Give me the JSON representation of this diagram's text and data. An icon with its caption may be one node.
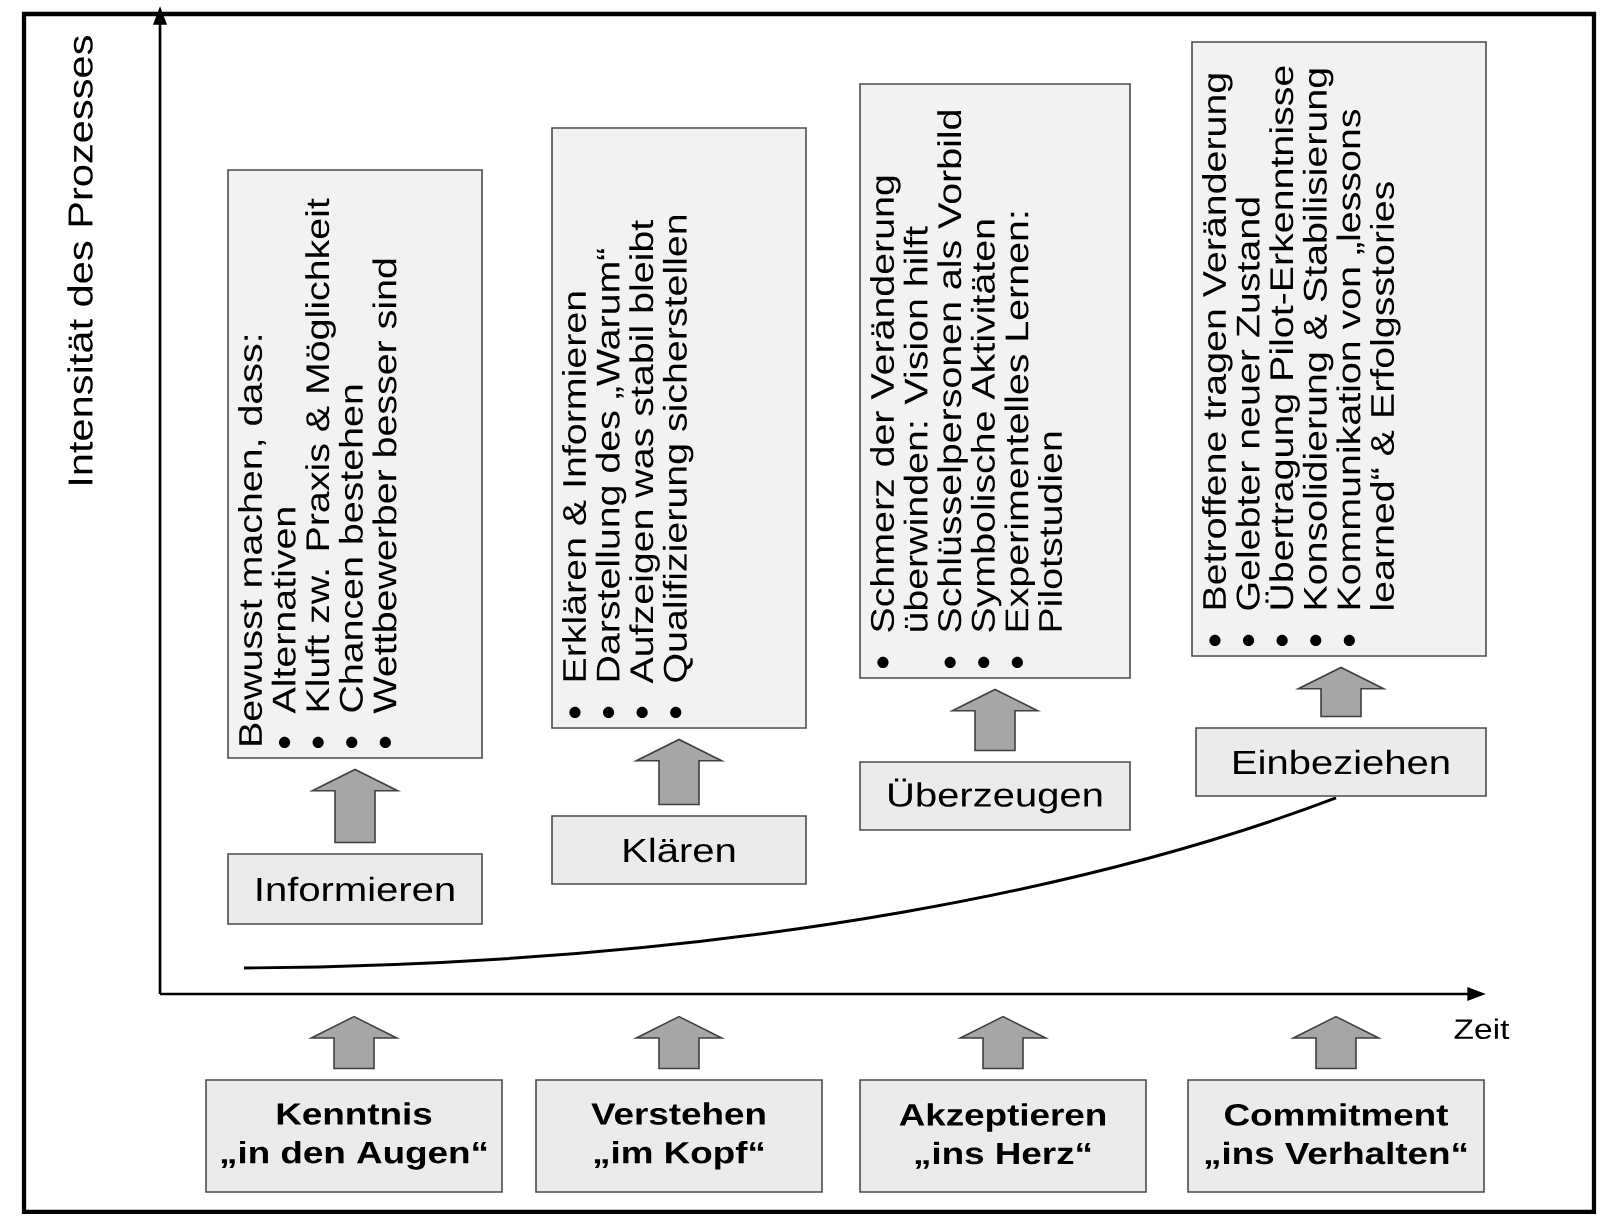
{
  "diagram": {
    "nodes": [
      {
        "text": [
          "Kenntnis",
          "„in den Augen“"
        ]
      },
      {
        "text": [
          "Verstehen",
          "„im Kopf“"
        ]
      },
      {
        "text": [
          "Akzeptieren",
          "„ins Herz“"
        ]
      },
      {
        "text": [
          "Commitment",
          "„ins Verhalten“"
        ]
      },
      {
        "text": [
          "Informieren"
        ]
      },
      {
        "text": [
          "Klären"
        ]
      },
      {
        "text": [
          "Überzeugen"
        ]
      },
      {
        "text": [
          "Einbeziehen"
        ]
      },
      {
        "text": [
          "Bewusst machen, dass:",
          "Alternativen",
          "Kluft zw. Praxis & Möglichkeit",
          "Chancen bestehen",
          "Wettbewerber besser sind"
        ]
      },
      {
        "text": [
          "Erklären & Informieren",
          "Darstellung des „Warum“",
          "Aufzeigen was stabil bleibt",
          "Qualifizierung sicherstellen"
        ]
      },
      {
        "text": [
          "Schmerz der Veränderung überwinden: Vision hilft",
          "Schlüsselpersonen als Vorbild",
          "Symbolische Aktivitäten",
          "Experimentelles Lernen: Pilotstudien"
        ]
      },
      {
        "text": [
          "Betroffene tragen Veränderung",
          "Gelebter neuer Zustand",
          "Übertragung Pilot-Erkenntnisse",
          "Konsolidierung & Stabilisierung",
          "Kommunikation von „lessons learned“ & Erfolgsstories"
        ]
      }
    ],
    "edges": [
      {
        "from": 0,
        "to": null,
        "arrow": "to"
      },
      {
        "from": 1,
        "to": null,
        "arrow": "to"
      },
      {
        "from": 2,
        "to": null,
        "arrow": "to"
      },
      {
        "from": 3,
        "to": null,
        "arrow": "to"
      },
      {
        "from": 4,
        "to": 8,
        "arrow": "to"
      },
      {
        "from": 5,
        "to": 9,
        "arrow": "to"
      },
      {
        "from": 6,
        "to": 10,
        "arrow": "to"
      },
      {
        "from": 7,
        "to": 11,
        "arrow": "to"
      }
    ],
    "labels": [
      "Intensität des Prozesses",
      "Zeit"
    ]
  }
}
